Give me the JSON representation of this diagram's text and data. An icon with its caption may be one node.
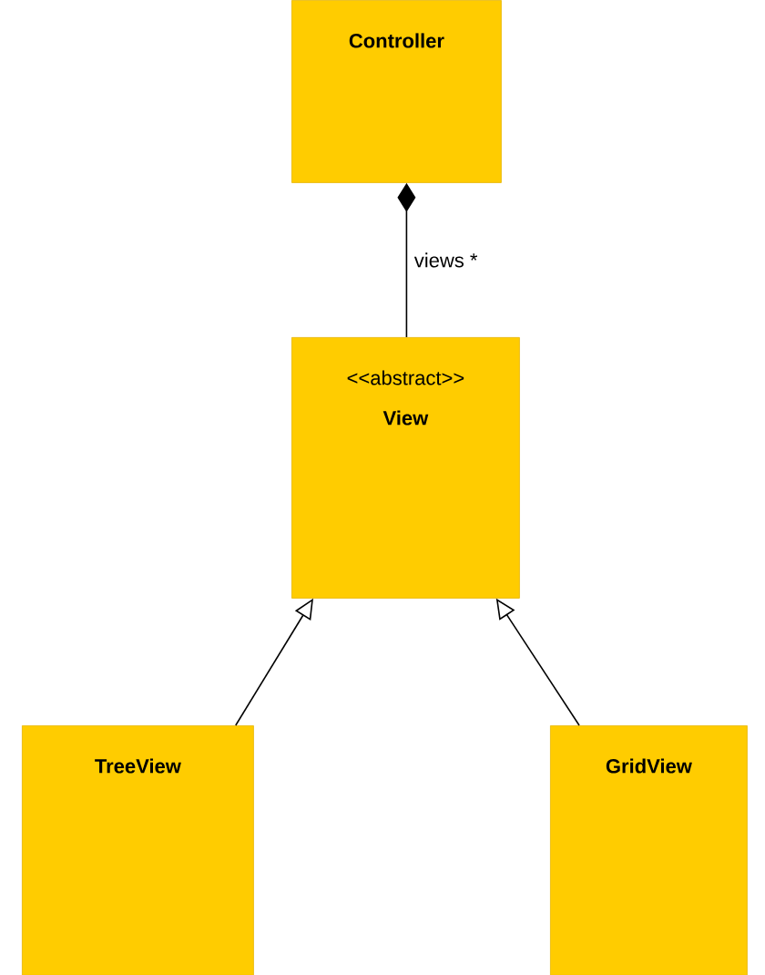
{
  "diagram": {
    "nodes": [
      {
        "text": [
          "Controller"
        ]
      },
      {
        "text": [
          "<<abstract>>",
          "View"
        ]
      },
      {
        "text": [
          "TreeView"
        ]
      },
      {
        "text": [
          "GridView"
        ]
      }
    ],
    "edges": [
      {
        "from": 0,
        "to": 1,
        "arrow": "other",
        "label": "views *"
      },
      {
        "from": 2,
        "to": 1,
        "arrow": "to"
      },
      {
        "from": 3,
        "to": 1,
        "arrow": "to"
      }
    ]
  }
}
